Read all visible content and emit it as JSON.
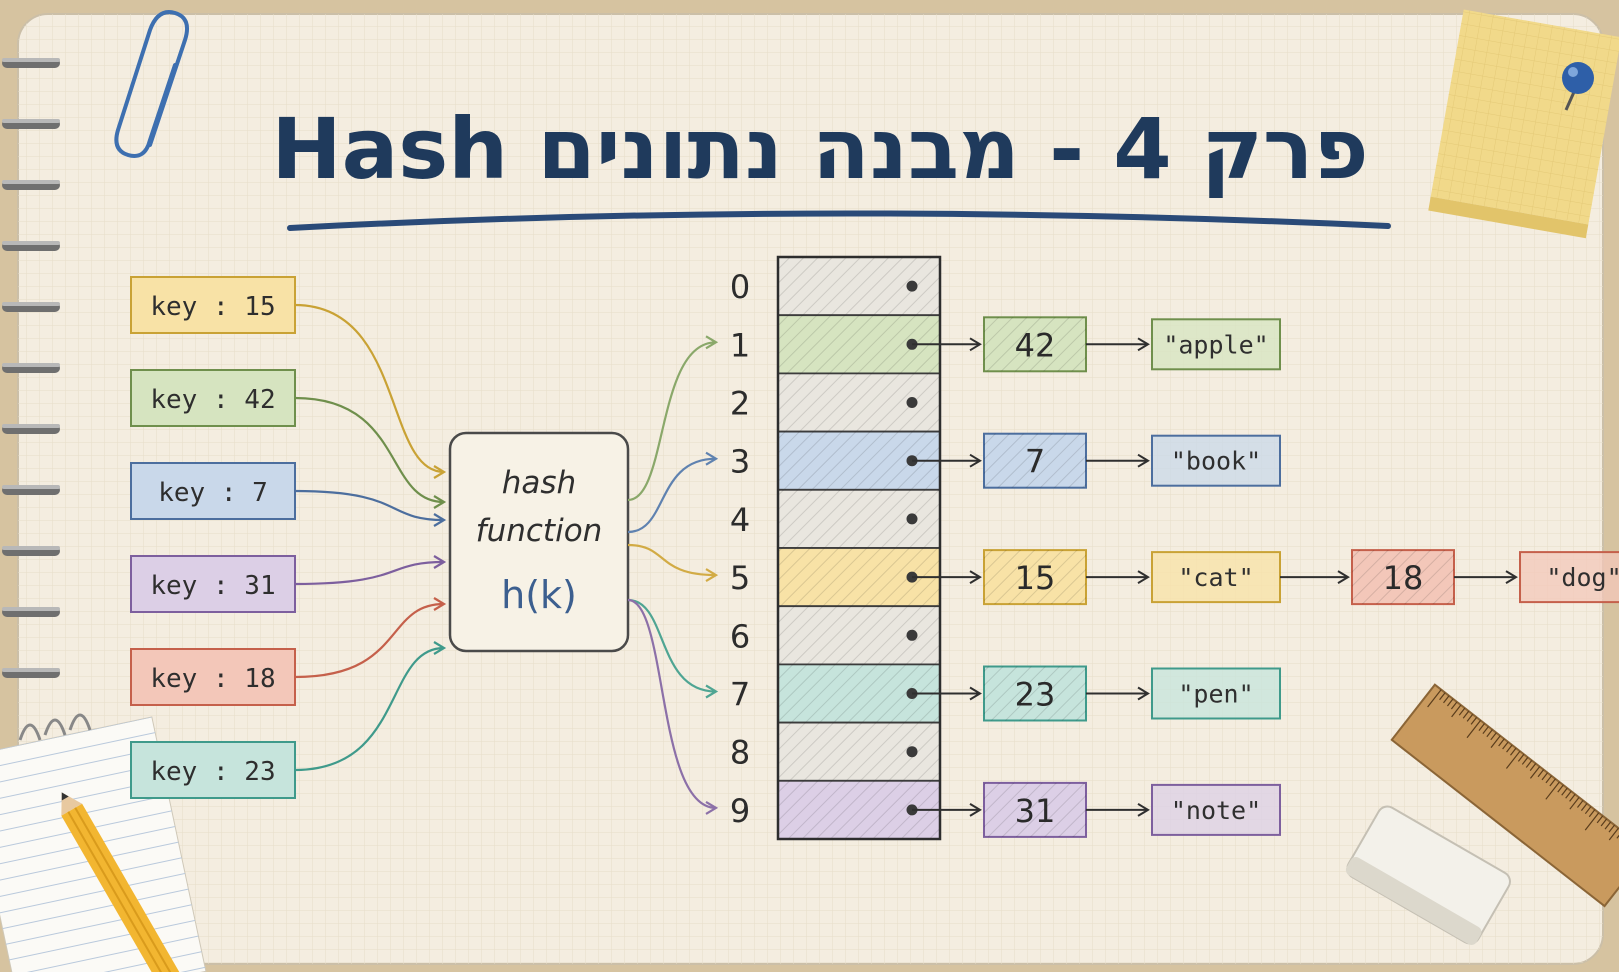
{
  "title": "פרק 4 - מבנה נתונים Hash",
  "hash_function": {
    "line1": "hash",
    "line2": "function",
    "formula": "h(k)"
  },
  "keys": [
    {
      "label": "key : 15",
      "fill": "#f8e2a6",
      "stroke": "#c9a235"
    },
    {
      "label": "key : 42",
      "fill": "#d6e4c0",
      "stroke": "#6f8f4c"
    },
    {
      "label": "key : 7",
      "fill": "#c9d8ea",
      "stroke": "#4c6e9e"
    },
    {
      "label": "key : 31",
      "fill": "#dccfe6",
      "stroke": "#7d5f9e"
    },
    {
      "label": "key : 18",
      "fill": "#f3c7b9",
      "stroke": "#c5604b"
    },
    {
      "label": "key : 23",
      "fill": "#c6e4dc",
      "stroke": "#3f9a8b"
    }
  ],
  "indices": [
    "0",
    "1",
    "2",
    "3",
    "4",
    "5",
    "6",
    "7",
    "8",
    "9"
  ],
  "buckets": [
    {
      "index": "1",
      "nodes": [
        {
          "key": "42",
          "value": "\"apple\""
        }
      ],
      "color": "#8aa86a",
      "fill": "#d6e4c0"
    },
    {
      "index": "3",
      "nodes": [
        {
          "key": "7",
          "value": "\"book\""
        }
      ],
      "color": "#5f82b0",
      "fill": "#c9d8ea"
    },
    {
      "index": "5",
      "nodes": [
        {
          "key": "15",
          "value": "\"cat\""
        },
        {
          "key": "18",
          "value": "\"dog\""
        }
      ],
      "color": "#d2ab45",
      "fill": "#f8e2a6"
    },
    {
      "index": "7",
      "nodes": [
        {
          "key": "23",
          "value": "\"pen\""
        }
      ],
      "color": "#4fa593",
      "fill": "#c6e4dc"
    },
    {
      "index": "9",
      "nodes": [
        {
          "key": "31",
          "value": "\"note\""
        }
      ],
      "color": "#8c70a8",
      "fill": "#dccfe6"
    }
  ]
}
